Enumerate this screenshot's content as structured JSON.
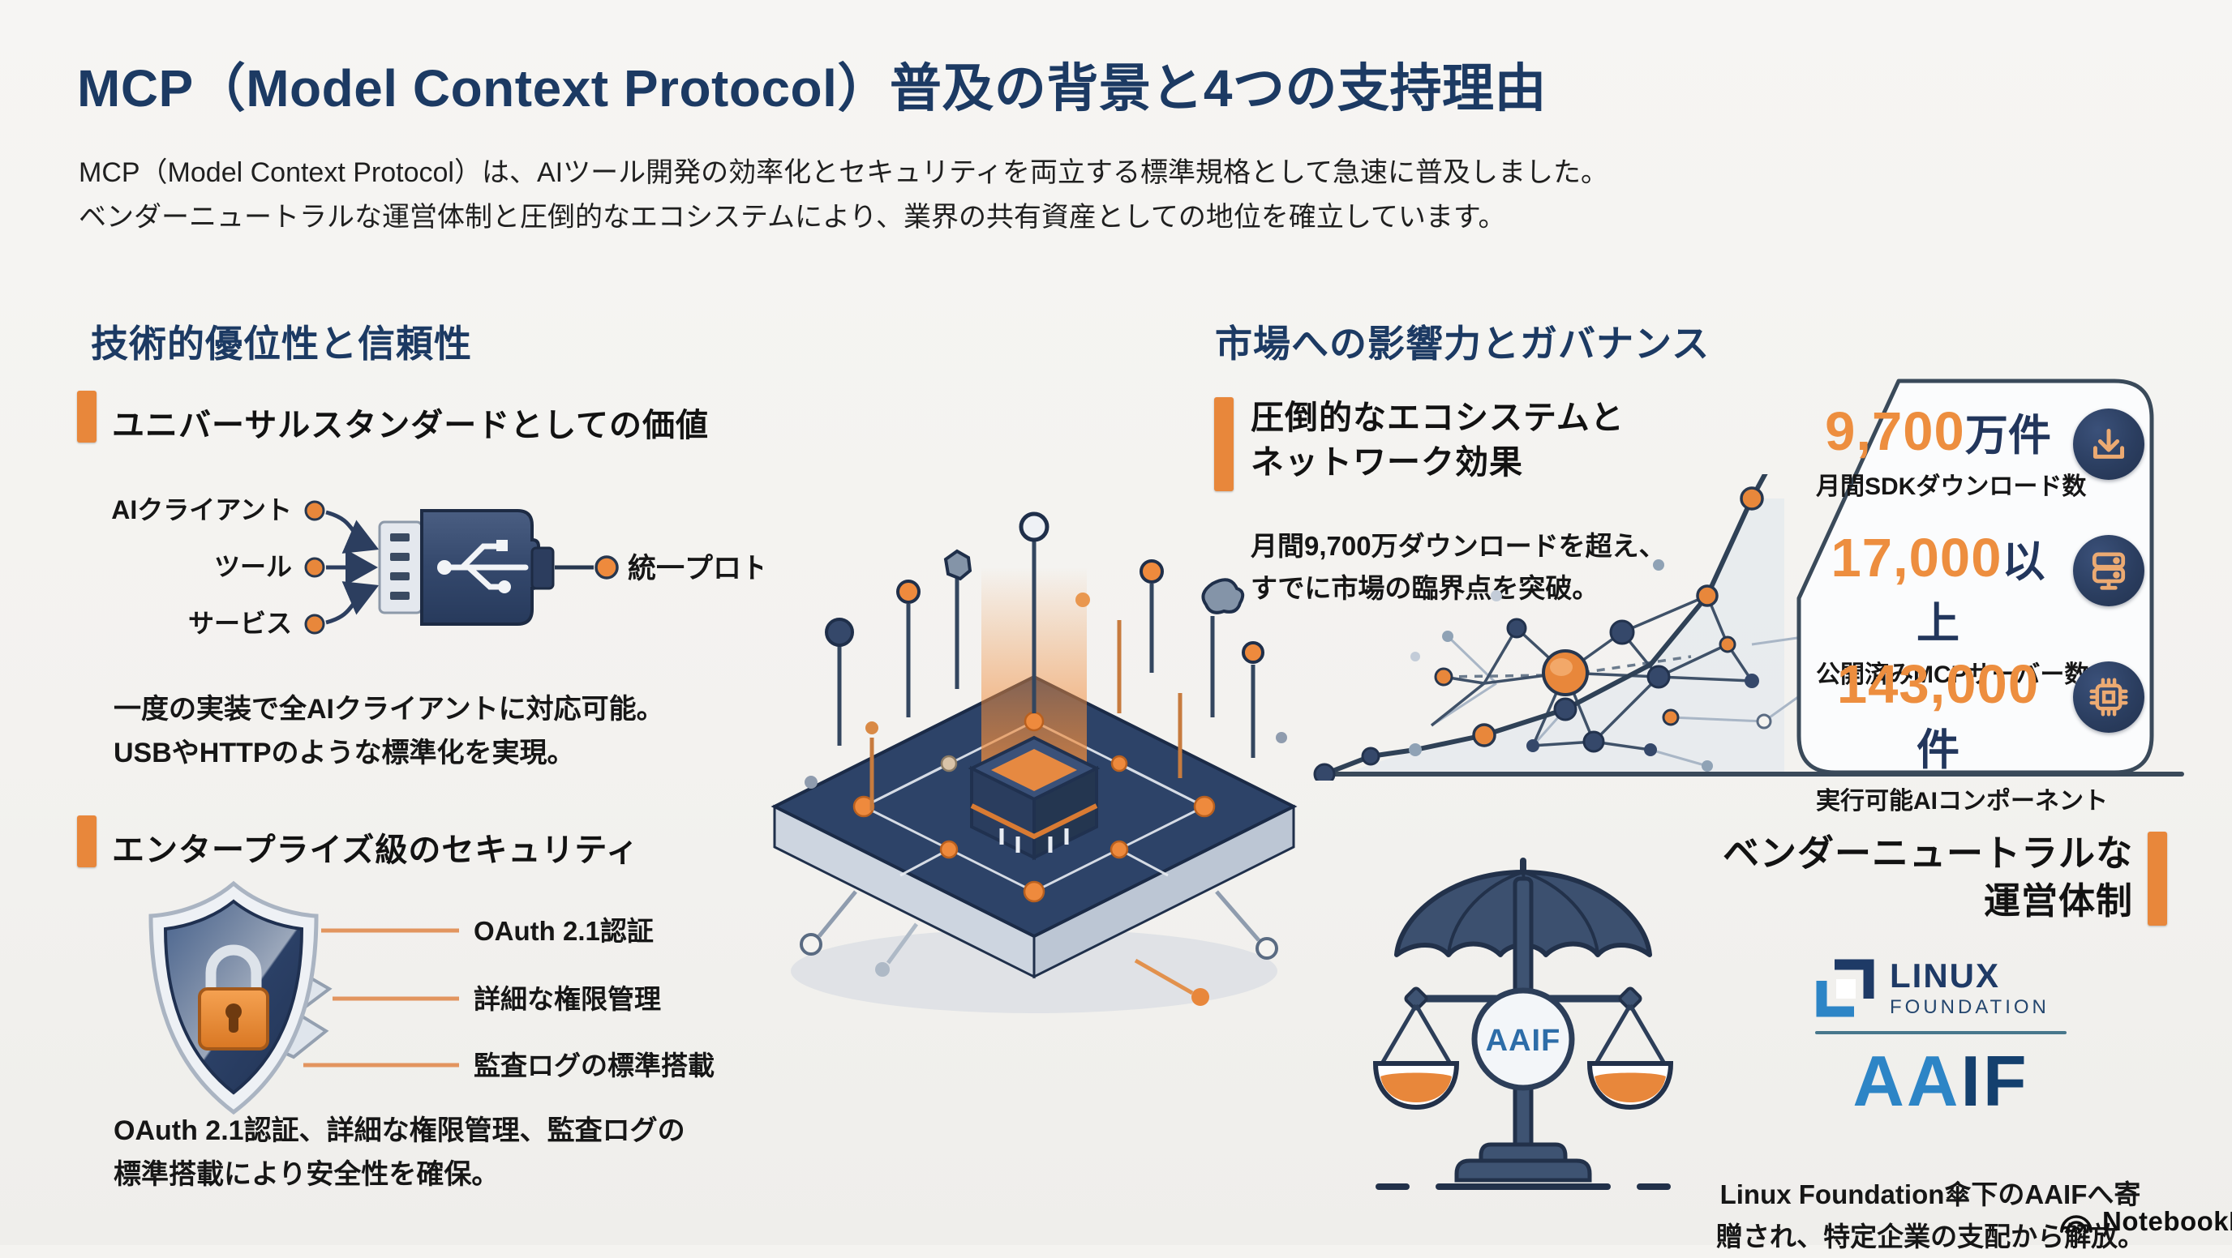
{
  "page": {
    "title": "MCP（Model Context Protocol）普及の背景と4つの支持理由",
    "subtitle_line1": "MCP（Model Context Protocol）は、AIツール開発の効率化とセキュリティを両立する標準規格として急速に普及しました。",
    "subtitle_line2": "ベンダーニュートラルな運営体制と圧倒的なエコシステムにより、業界の共有資産としての地位を確立しています。"
  },
  "left": {
    "section_title": "技術的優位性と信頼性",
    "universal": {
      "heading": "ユニバーサルスタンダードとしての価値",
      "inputs": [
        "AIクライアント",
        "ツール",
        "サービス"
      ],
      "output_label": "統一プロトコル",
      "body_line1": "一度の実装で全AIクライアントに対応可能。",
      "body_line2": "USBやHTTPのような標準化を実現。"
    },
    "security": {
      "heading": "エンタープライズ級のセキュリティ",
      "callouts": [
        "OAuth 2.1認証",
        "詳細な権限管理",
        "監査ログの標準搭載"
      ],
      "body_line1": "OAuth 2.1認証、詳細な権限管理、監査ログの",
      "body_line2": "標準搭載により安全性を確保。"
    }
  },
  "right": {
    "section_title": "市場への影響力とガバナンス",
    "ecosystem": {
      "heading_line1": "圧倒的なエコシステムと",
      "heading_line2": "ネットワーク効果",
      "body_line1": "月間9,700万ダウンロードを超え、",
      "body_line2": "すでに市場の臨界点を突破。"
    },
    "stats": [
      {
        "value": "9,700",
        "unit": "万件",
        "label": "月間SDKダウンロード数",
        "icon": "download-icon"
      },
      {
        "value": "17,000",
        "unit": "以上",
        "label": "公開済みMCPサーバー数",
        "icon": "server-icon"
      },
      {
        "value": "143,000",
        "unit": "件",
        "label": "実行可能AIコンポーネント",
        "icon": "chip-icon"
      }
    ],
    "governance": {
      "heading_line1": "ベンダーニュートラルな",
      "heading_line2": "運営体制",
      "scale_center_label": "AAIF",
      "lf_logo_line1": "LINUX",
      "lf_logo_line2": "FOUNDATION",
      "aaif_wordmark_left": "AA",
      "aaif_wordmark_right": "IF",
      "body_line1": "Linux Foundation傘下のAAIFへ寄",
      "body_line2": "贈され、特定企業の支配から解放。"
    }
  },
  "footer": {
    "brand": "NotebookLM"
  },
  "colors": {
    "accent_orange": "#E8873B",
    "stat_orange": "#ED8E3F",
    "navy": "#1C3A63",
    "ink": "#161616",
    "panel_border": "#3A4A5A",
    "lf_navy": "#1E3A66",
    "aaif_light_blue": "#2D85C6",
    "background": "#F4F3F0"
  }
}
